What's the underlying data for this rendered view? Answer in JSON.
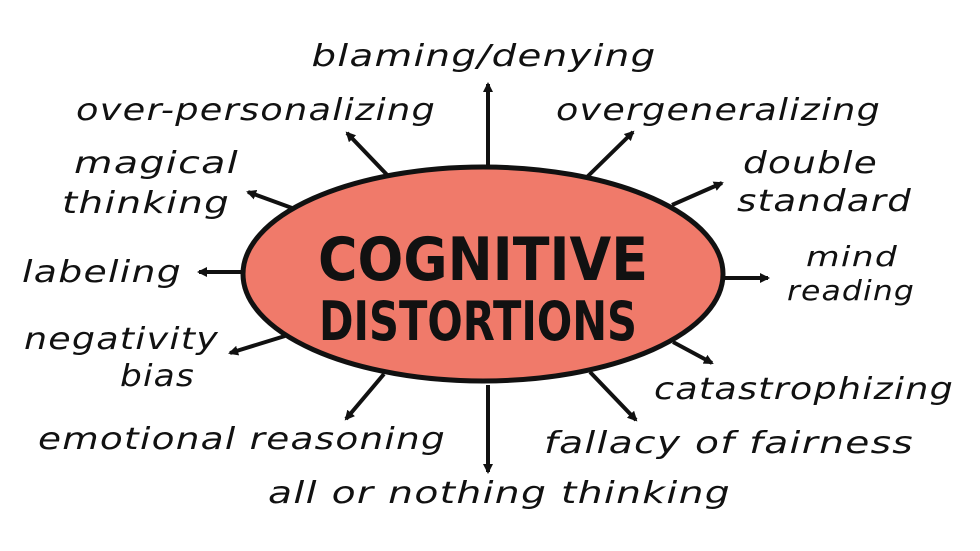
{
  "center": {
    "line1": "COGNITIVE",
    "line2": "DISTORTIONS",
    "fill_color": "#f07a6a",
    "stroke_color": "#111111"
  },
  "labels": {
    "blaming": "blaming/denying",
    "over_personalizing": "over-personalizing",
    "overgeneralizing": "overgeneralizing",
    "magical_1": "magical",
    "magical_2": "thinking",
    "double_1": "double",
    "double_2": "standard",
    "labeling": "labeling",
    "mind_1": "mind",
    "mind_2": "reading",
    "negativity_1": "negativity",
    "negativity_2": "bias",
    "catastrophizing": "catastrophizing",
    "emotional": "emotional reasoning",
    "fallacy": "fallacy of fairness",
    "all_or_nothing": "all or nothing thinking"
  }
}
